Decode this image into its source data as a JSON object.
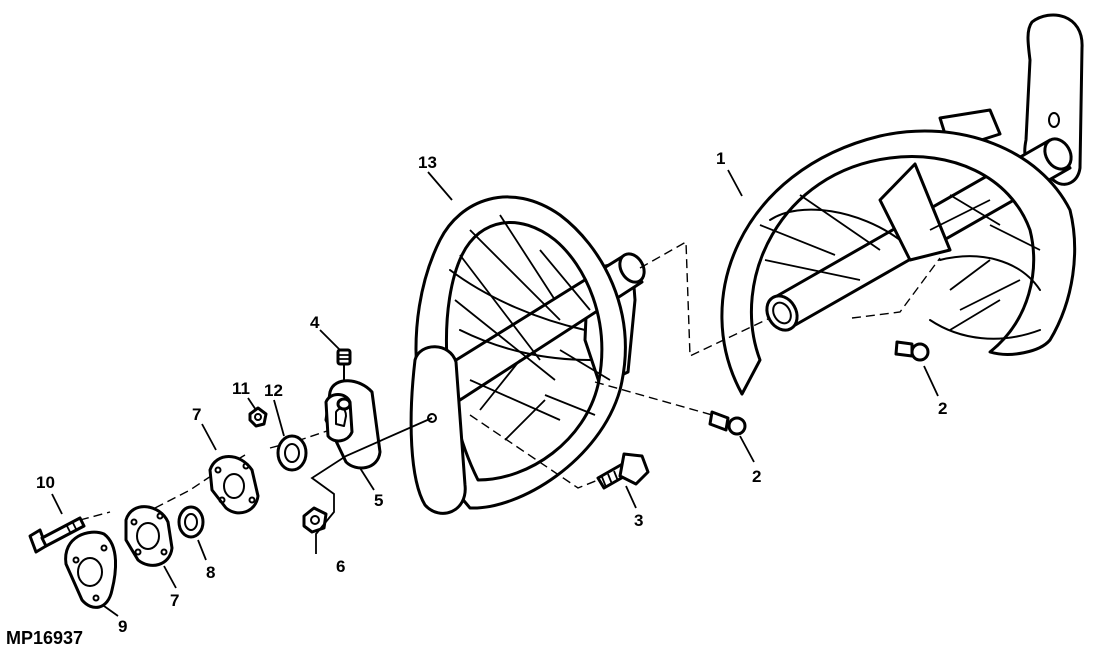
{
  "figure": {
    "id_label": "MP16937"
  },
  "callouts": {
    "c1": "1",
    "c2a": "2",
    "c2b": "2",
    "c3": "3",
    "c4": "4",
    "c5": "5",
    "c6": "6",
    "c7a": "7",
    "c7b": "7",
    "c8": "8",
    "c9": "9",
    "c10": "10",
    "c11": "11",
    "c12": "12",
    "c13": "13"
  }
}
